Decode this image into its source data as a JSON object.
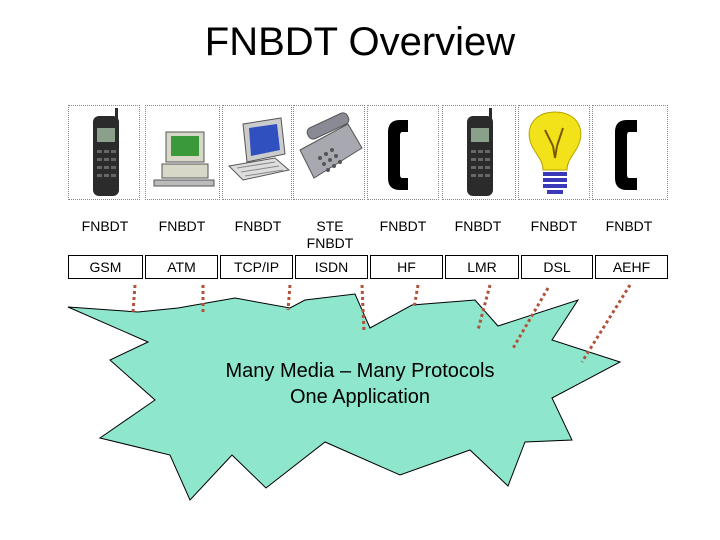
{
  "title": "FNBDT Overview",
  "devices": [
    {
      "icon": "cell-phone-icon",
      "label": "FNBDT",
      "media": "GSM"
    },
    {
      "icon": "desktop-computer-icon",
      "label": "FNBDT",
      "media": "ATM"
    },
    {
      "icon": "laptop-computer-icon",
      "label": "FNBDT",
      "media": "TCP/IP"
    },
    {
      "icon": "desk-phone-icon",
      "label": "STE",
      "label2": "FNBDT",
      "media": "ISDN"
    },
    {
      "icon": "handset-icon",
      "label": "FNBDT",
      "media": "HF"
    },
    {
      "icon": "cell-phone-icon",
      "label": "FNBDT",
      "media": "LMR"
    },
    {
      "icon": "light-bulb-icon",
      "label": "FNBDT",
      "media": "DSL"
    },
    {
      "icon": "handset-icon",
      "label": "FNBDT",
      "media": "AEHF"
    }
  ],
  "burst": {
    "line1": "Many Media – Many Protocols",
    "line2": "One Application",
    "fill": "#8ee6cc"
  },
  "colors": {
    "connector": "#b0523a"
  }
}
